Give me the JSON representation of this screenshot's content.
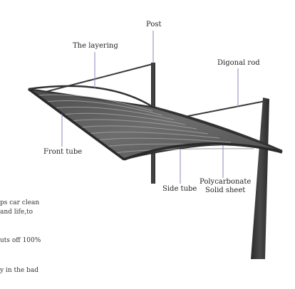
{
  "labels": {
    "post": "Post",
    "layering": "The layering",
    "diagonal_rod": "Digonal rod",
    "front_tube": "Front tube",
    "side_tube": "Side tube",
    "polycarbonate_line1": "Polycarbonate",
    "polycarbonate_line2": "Solid sheet"
  },
  "side_fragments": [
    "ps car clean",
    "and life,to",
    "uts off 100%",
    "y in the bad"
  ],
  "colors": {
    "frame": "#3a3a3a",
    "roof_top": "#5a5a5a",
    "roof_rib": "#8a8a8a",
    "leader_line": "#8b87b8"
  }
}
